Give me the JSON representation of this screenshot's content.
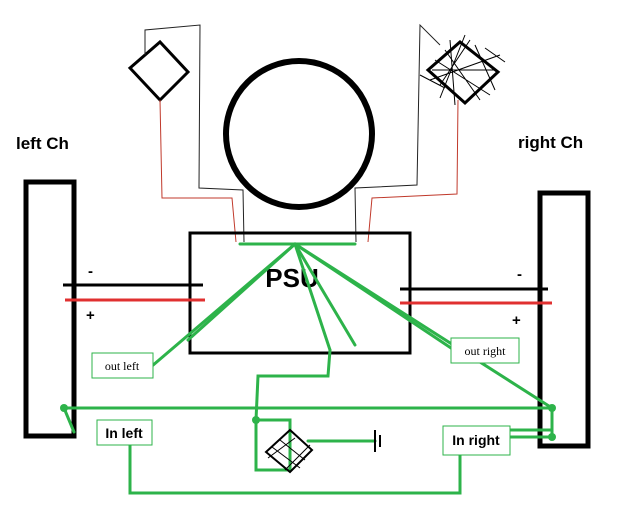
{
  "labels": {
    "left_channel": "left Ch",
    "right_channel": "right Ch",
    "psu": "PSU",
    "minus": "-",
    "plus": "+",
    "out_left": "out left",
    "out_right": "out right",
    "in_left": "In  left",
    "in_right": "In right"
  },
  "colors": {
    "ground_wire": "#2db34a",
    "positive_wire": "#d63030",
    "negative_wire": "#111111",
    "outline": "#000000",
    "thin_wire": "#222222"
  }
}
